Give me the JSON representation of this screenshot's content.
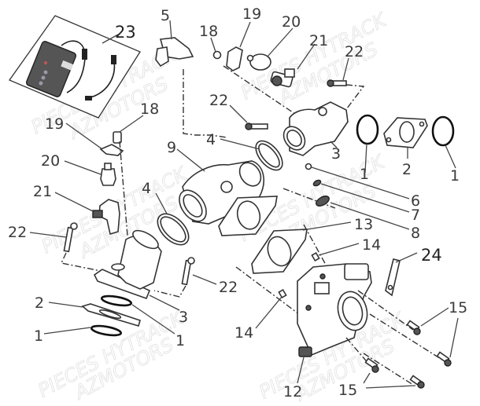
{
  "diagram": {
    "title": "Throttle body / intake assembly exploded view",
    "watermark_lines": [
      "PIECES HYTRACK",
      "AZMOTORS"
    ],
    "callouts": [
      {
        "id": "c23",
        "label": "23",
        "part": "diagnostic-tool-kit"
      },
      {
        "id": "c5",
        "label": "5",
        "part": "sensor-bracket"
      },
      {
        "id": "c18a",
        "label": "18",
        "part": "nut"
      },
      {
        "id": "c19a",
        "label": "19",
        "part": "injector-clip"
      },
      {
        "id": "c20a",
        "label": "20",
        "part": "injector-cap"
      },
      {
        "id": "c21a",
        "label": "21",
        "part": "fuel-injector"
      },
      {
        "id": "c22a",
        "label": "22",
        "part": "bolt"
      },
      {
        "id": "c22b",
        "label": "22",
        "part": "bolt"
      },
      {
        "id": "c3a",
        "label": "3",
        "part": "intake-manifold"
      },
      {
        "id": "c1a",
        "label": "1",
        "part": "o-ring"
      },
      {
        "id": "c2a",
        "label": "2",
        "part": "insulator-spacer"
      },
      {
        "id": "c1b",
        "label": "1",
        "part": "o-ring"
      },
      {
        "id": "c18b",
        "label": "18",
        "part": "nut"
      },
      {
        "id": "c19b",
        "label": "19",
        "part": "injector-clip"
      },
      {
        "id": "c20b",
        "label": "20",
        "part": "injector-cap"
      },
      {
        "id": "c21b",
        "label": "21",
        "part": "fuel-injector"
      },
      {
        "id": "c22c",
        "label": "22",
        "part": "bolt"
      },
      {
        "id": "c22d",
        "label": "22",
        "part": "bolt"
      },
      {
        "id": "c9",
        "label": "9",
        "part": "intake-boot"
      },
      {
        "id": "c4a",
        "label": "4",
        "part": "hose-clamp"
      },
      {
        "id": "c4b",
        "label": "4",
        "part": "hose-clamp"
      },
      {
        "id": "c6",
        "label": "6",
        "part": "screw"
      },
      {
        "id": "c7",
        "label": "7",
        "part": "washer"
      },
      {
        "id": "c8",
        "label": "8",
        "part": "grommet"
      },
      {
        "id": "c13",
        "label": "13",
        "part": "gasket"
      },
      {
        "id": "c14a",
        "label": "14",
        "part": "dowel-pin"
      },
      {
        "id": "c14b",
        "label": "14",
        "part": "dowel-pin"
      },
      {
        "id": "c24",
        "label": "24",
        "part": "bracket-plate"
      },
      {
        "id": "c15",
        "label": "15",
        "part": "bolt"
      },
      {
        "id": "c12",
        "label": "12",
        "part": "throttle-body"
      },
      {
        "id": "c15b",
        "label": "15",
        "part": "bolt"
      },
      {
        "id": "c3b",
        "label": "3",
        "part": "intake-manifold"
      },
      {
        "id": "c1c",
        "label": "1",
        "part": "o-ring"
      },
      {
        "id": "c2b",
        "label": "2",
        "part": "insulator-spacer"
      },
      {
        "id": "c1d",
        "label": "1",
        "part": "o-ring"
      }
    ]
  }
}
